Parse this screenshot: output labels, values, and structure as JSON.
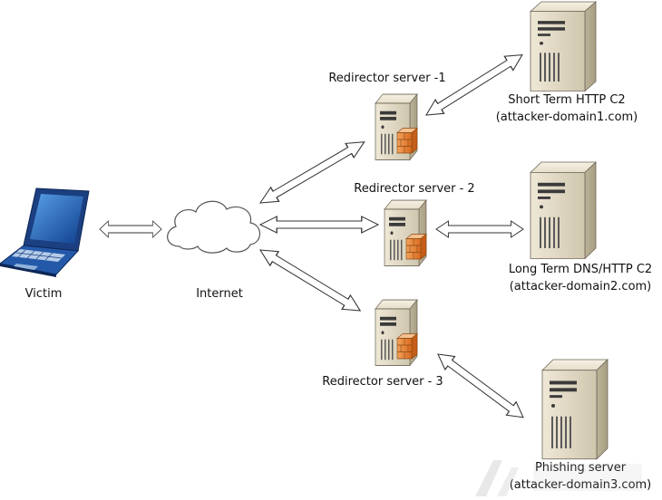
{
  "nodes": {
    "victim": {
      "label": "Victim"
    },
    "internet": {
      "label": "Internet"
    },
    "redirector1": {
      "label": "Redirector server -1"
    },
    "redirector2": {
      "label": "Redirector server - 2"
    },
    "redirector3": {
      "label": "Redirector server - 3"
    },
    "c2_short": {
      "line1": "Short Term HTTP C2",
      "line2": "(attacker-domain1.com)"
    },
    "c2_long": {
      "line1": "Long Term DNS/HTTP C2",
      "line2": "(attacker-domain2.com)"
    },
    "phishing": {
      "line1": "Phishing server",
      "line2": "(attacker-domain3.com)"
    }
  },
  "colors": {
    "laptop_blue": "#1f4e9c",
    "server_body": "#e3dbc6",
    "server_front": "#cfc5aa",
    "server_dark": "#4a4a4a",
    "cloud_fill": "#ffffff",
    "cloud_stroke": "#555555",
    "arrow_stroke": "#333333",
    "orange": "#e07a2e"
  },
  "icons": [
    "laptop-icon",
    "cloud-icon",
    "server-icon"
  ]
}
